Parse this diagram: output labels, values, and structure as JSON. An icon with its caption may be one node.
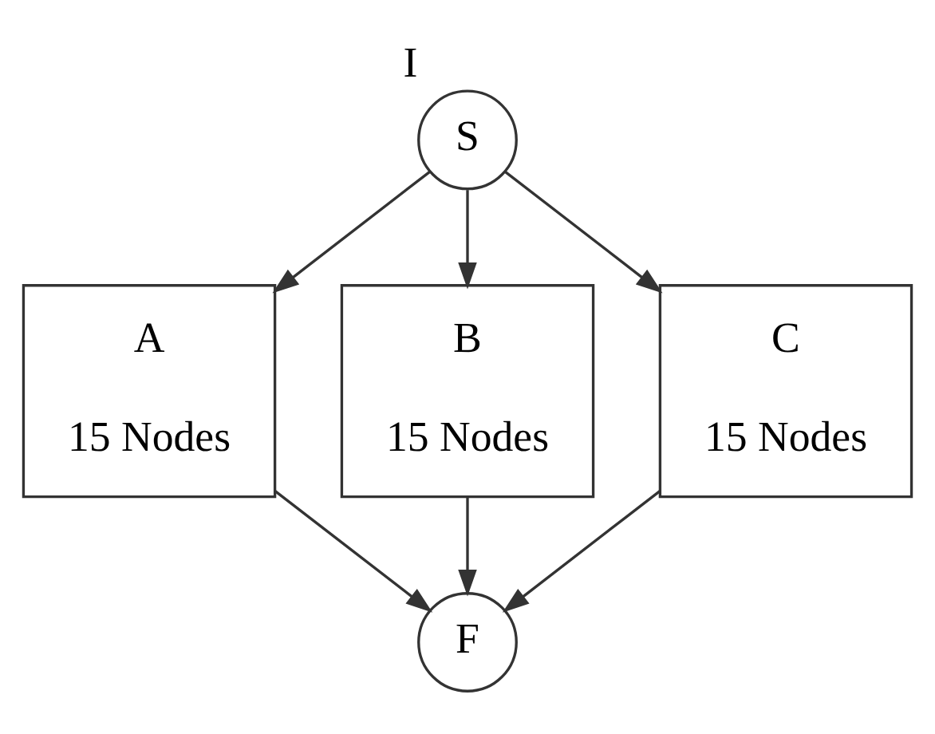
{
  "diagram": {
    "nodes": [
      {
        "text": [
          "S"
        ],
        "beside": [
          "I"
        ]
      },
      {
        "text": [
          "A",
          "15 Nodes"
        ]
      },
      {
        "text": [
          "B",
          "15 Nodes"
        ]
      },
      {
        "text": [
          "C",
          "15 Nodes"
        ]
      },
      {
        "text": [
          "F"
        ]
      }
    ],
    "edges": [
      {
        "from": 0,
        "to": 1,
        "arrow": "to"
      },
      {
        "from": 0,
        "to": 2,
        "arrow": "to"
      },
      {
        "from": 0,
        "to": 3,
        "arrow": "to"
      },
      {
        "from": 1,
        "to": 4,
        "arrow": "to"
      },
      {
        "from": 2,
        "to": 4,
        "arrow": "to"
      },
      {
        "from": 3,
        "to": 4,
        "arrow": "to"
      }
    ]
  }
}
